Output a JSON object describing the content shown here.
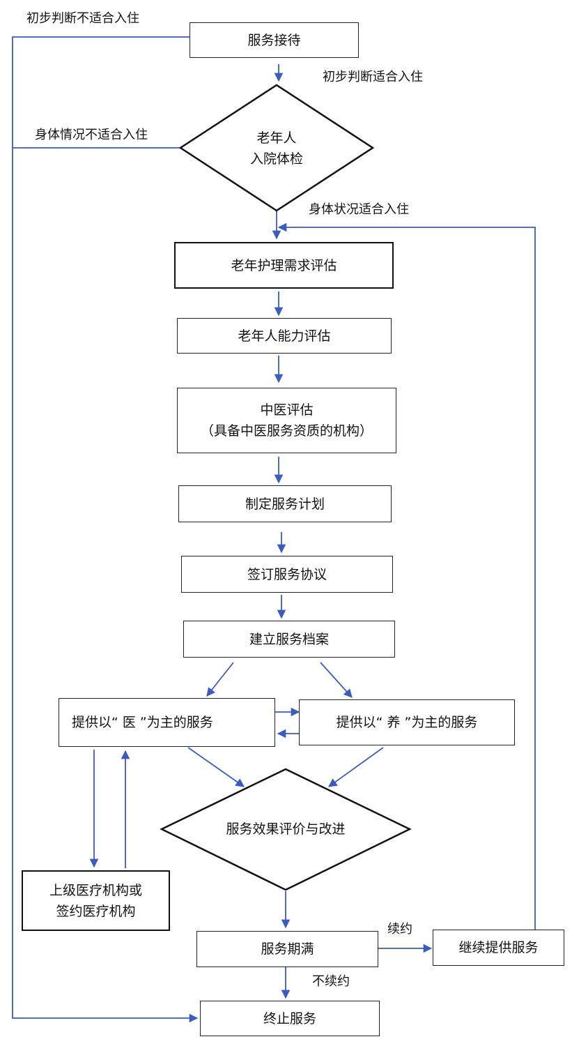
{
  "nodes": {
    "reception": "服务接待",
    "checkup": [
      "老年人",
      "入院体检"
    ],
    "needs": "老年护理需求评估",
    "ability": "老年人能力评估",
    "tcm": [
      "中医评估",
      "（具备中医服务资质的机构）"
    ],
    "plan": "制定服务计划",
    "agreement": "签订服务协议",
    "archive": "建立服务档案",
    "medical": "提供以“ 医 ”为主的服务",
    "care": "提供以“ 养 ”为主的服务",
    "evaluate": "服务效果评价与改进",
    "superior": [
      "上级医疗机构或",
      "签约医疗机构"
    ],
    "expire": "服务期满",
    "continue": "继续提供服务",
    "terminate": "终止服务"
  },
  "edge_labels": {
    "prelim_unfit": "初步判断不适合入住",
    "prelim_fit": "初步判断适合入住",
    "body_unfit": "身体情况不适合入住",
    "body_fit": "身体状况适合入住",
    "renew": "续约",
    "no_renew": "不续约"
  },
  "colors": {
    "arrow": "#3a5bbf",
    "border": "#111111",
    "text": "#111111"
  }
}
